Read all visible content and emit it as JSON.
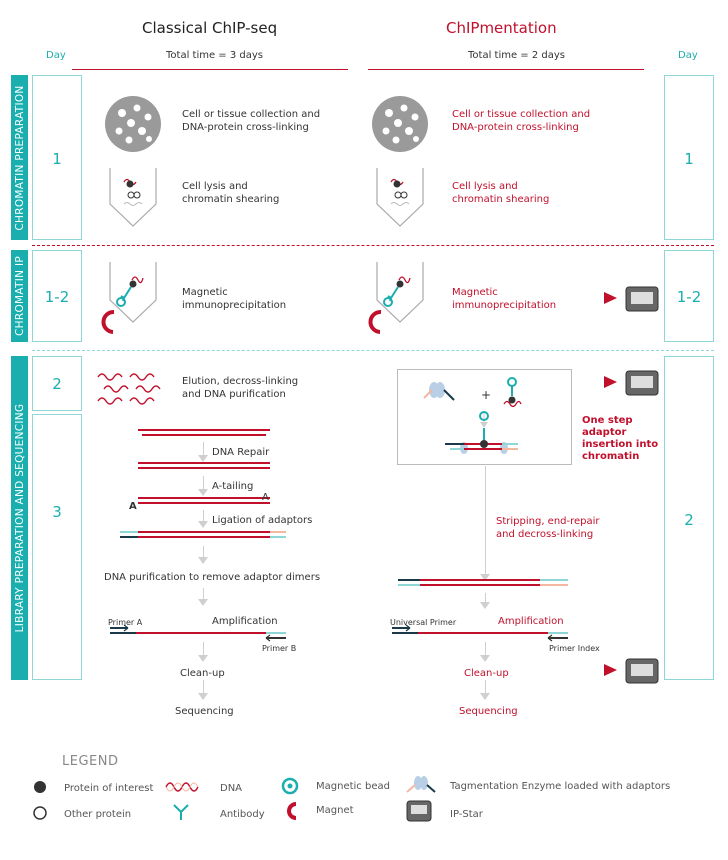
{
  "headers": {
    "left_title": "Classical ChIP-seq",
    "right_title": "ChIPmentation",
    "day_left": "Day",
    "day_right": "Day",
    "left_time": "Total time = 3 days",
    "right_time": "Total time = 2 days"
  },
  "sections": {
    "chromatin_prep": "CHROMATIN PREPARATION",
    "chromatin_ip": "CHROMATIN IP",
    "library": "LIBRARY PREPARATION AND SEQUENCING"
  },
  "days": {
    "left_1": "1",
    "left_2": "1-2",
    "left_3": "2",
    "left_4": "3",
    "right_1": "1",
    "right_2": "1-2",
    "right_3": "2"
  },
  "left_steps": {
    "collection": "Cell or tissue collection and\nDNA-protein cross-linking",
    "lysis": "Cell lysis and\nchromatin shearing",
    "ip": "Magnetic\nimmunoprecipitation",
    "elution": "Elution, decross-linking\nand DNA purification",
    "repair": "DNA Repair",
    "atailing": "A-tailing",
    "ligation": "Ligation of adaptors",
    "purification": "DNA purification to remove adaptor dimers",
    "primer_a": "Primer A",
    "amplification": "Amplification",
    "primer_b": "Primer B",
    "cleanup": "Clean-up",
    "sequencing": "Sequencing",
    "a_left": "A",
    "a_right": "A"
  },
  "right_steps": {
    "collection": "Cell or tissue collection and\nDNA-protein cross-linking",
    "lysis": "Cell lysis and\nchromatin shearing",
    "ip": "Magnetic\nimmunoprecipitation",
    "plus": "+",
    "one_step": "One step\nadaptor\ninsertion into\nchromatin",
    "stripping": "Stripping, end-repair\nand decross-linking",
    "universal_primer": "Universal Primer",
    "amplification": "Amplification",
    "primer_index": "Primer Index",
    "cleanup": "Clean-up",
    "sequencing": "Sequencing"
  },
  "legend": {
    "title": "LEGEND",
    "protein_of_interest": "Protein of interest",
    "other_protein": "Other protein",
    "dna": "DNA",
    "antibody": "Antibody",
    "magnetic_bead": "Magnetic bead",
    "magnet": "Magnet",
    "tagmentation": "Tagmentation Enzyme loaded with adaptors",
    "ipstar": "IP-Star"
  },
  "colors": {
    "accent_red": "#c0102c",
    "teal": "#1aaeae",
    "grey": "#9a9a9a"
  }
}
